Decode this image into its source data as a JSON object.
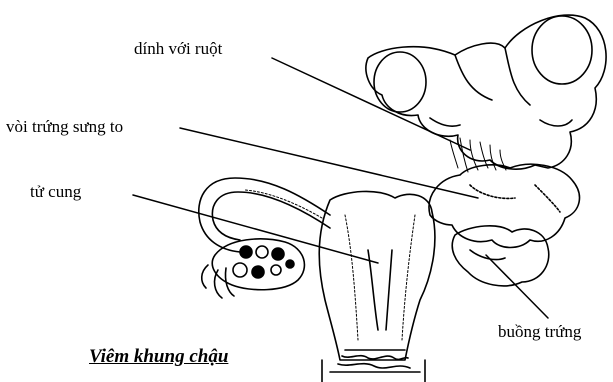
{
  "labels": {
    "adhesion": "dính với ruột",
    "tube": "vòi trứng sưng to",
    "uterus": "tử cung",
    "ovary": "buồng trứng"
  },
  "caption": "Viêm khung chậu"
}
